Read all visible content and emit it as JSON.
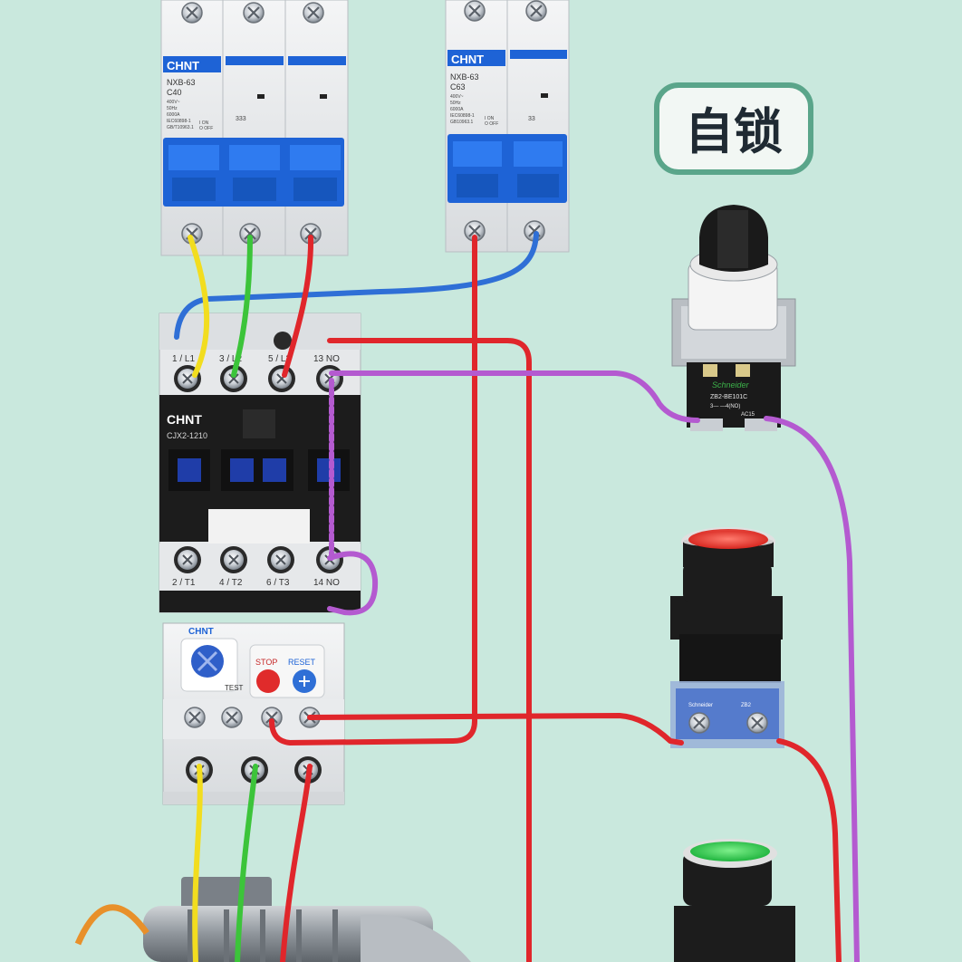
{
  "badge": {
    "text": "自锁"
  },
  "breaker_main": {
    "brand": "CHNT",
    "model": "NXB-63",
    "rating": "C40",
    "spec_lines": [
      "400V~",
      "50Hz",
      "6000A",
      "IEC60898-1",
      "GB/T10963.1"
    ],
    "on_off": [
      "I ON",
      "O OFF"
    ],
    "pole_mark": "333"
  },
  "breaker_ctrl": {
    "brand": "CHNT",
    "model": "NXB-63",
    "rating": "C63",
    "spec_lines": [
      "400V~",
      "50Hz",
      "6000A",
      "IEC60898-1",
      "GB10963.1"
    ],
    "on_off": [
      "I ON",
      "O OFF"
    ],
    "pole_mark": "33"
  },
  "contactor": {
    "brand": "CHNT",
    "model": "CJX2-1210",
    "top_labels": [
      "1 / L1",
      "3 / L2",
      "5 / L3",
      "13 NO"
    ],
    "bottom_labels": [
      "2 / T1",
      "4 / T2",
      "6 / T3",
      "14 NO"
    ]
  },
  "overload_relay": {
    "brand": "CHNT",
    "stop_label": "STOP",
    "reset_label": "RESET",
    "test_label": "TEST"
  },
  "selector_switch": {
    "brand": "Schneider",
    "model": "ZB2-BE101C",
    "contact": "3— —4(NO)",
    "rating": "AC15"
  },
  "stop_button": {
    "color": "#e53935",
    "block_label_left": "Schneider",
    "block_label_right": "ZB2"
  },
  "start_button": {
    "color": "#2ecc5a"
  },
  "wire_colors": {
    "yellow": "#f2dd1f",
    "green": "#3cc43a",
    "red": "#e0262b",
    "blue": "#2f6fd6",
    "purple": "#b45ad0"
  },
  "colors": {
    "background": "#c9e8dd",
    "breaker_blue": "#1e63d6",
    "device_black": "#1c1c1c",
    "badge_border": "#5aa58a"
  }
}
